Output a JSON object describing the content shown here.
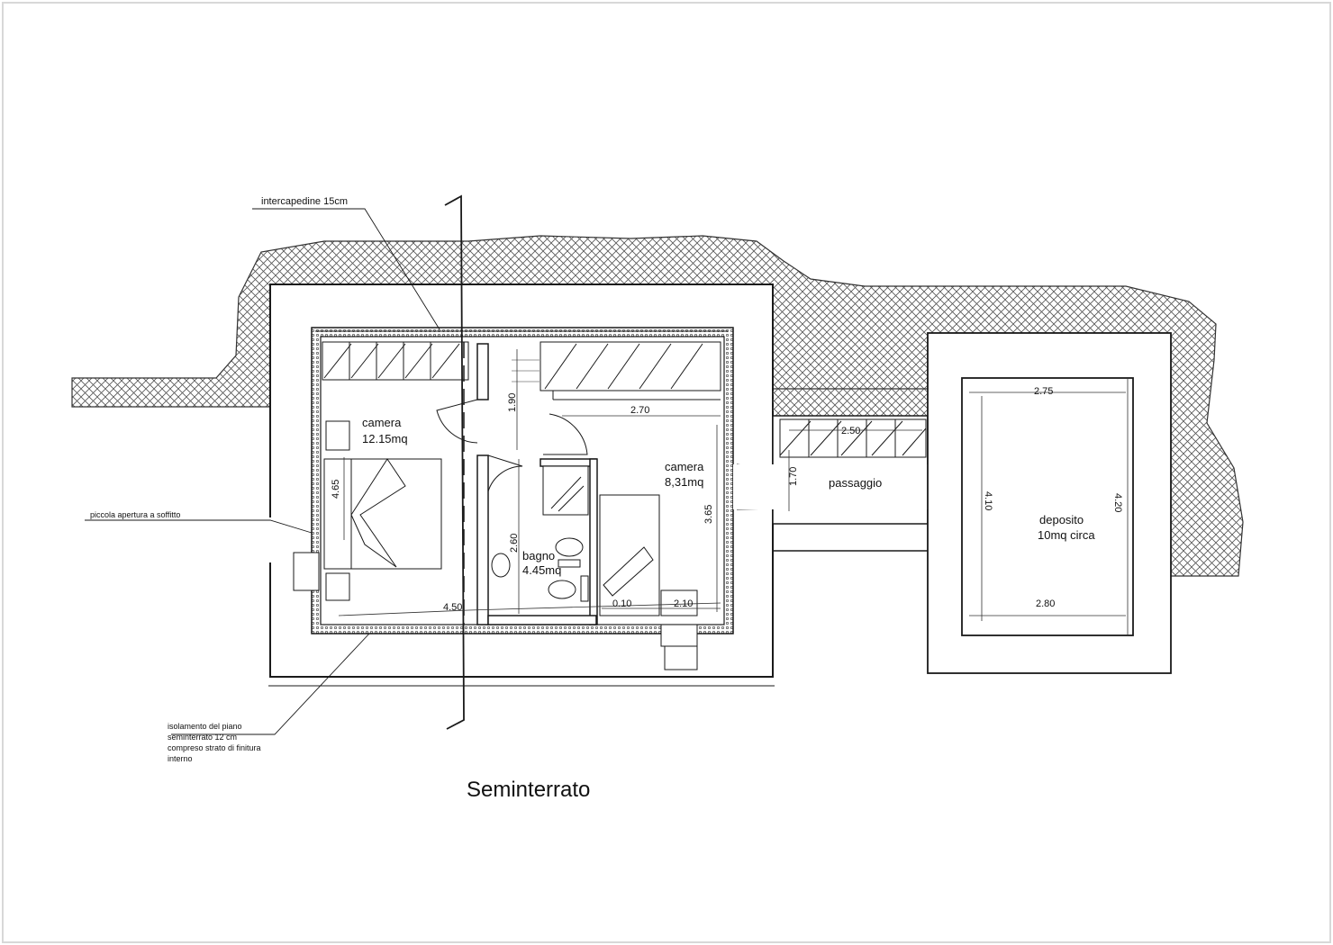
{
  "title": "Seminterrato",
  "annotations": {
    "intercapedine": "intercapedine 15cm",
    "apertura": "piccola apertura a soffitto",
    "isolamento": [
      "isolamento del piano",
      "seminterrato 12 cm",
      "compreso strato di finitura",
      "interno"
    ]
  },
  "rooms": {
    "camera1": {
      "name": "camera",
      "area": "12.15mq"
    },
    "camera2": {
      "name": "camera",
      "area": "8,31mq"
    },
    "bagno": {
      "name": "bagno",
      "area": "4.45mq"
    },
    "passaggio": {
      "name": "passaggio"
    },
    "deposito": {
      "name": "deposito",
      "area": "10mq circa"
    }
  },
  "dimensions": {
    "d_190": "1.90",
    "d_270": "2.70",
    "d_465": "4.65",
    "d_260": "2.60",
    "d_365": "3.65",
    "d_450": "4.50",
    "d_010": "0.10",
    "d_210": "2.10",
    "d_250": "2.50",
    "d_170": "1.70",
    "d_275": "2.75",
    "d_410": "4.10",
    "d_420": "4.20",
    "d_280": "2.80"
  },
  "colors": {
    "line": "#1a1a1a",
    "hatch": "#444444",
    "frame": "#d8d8d8"
  }
}
